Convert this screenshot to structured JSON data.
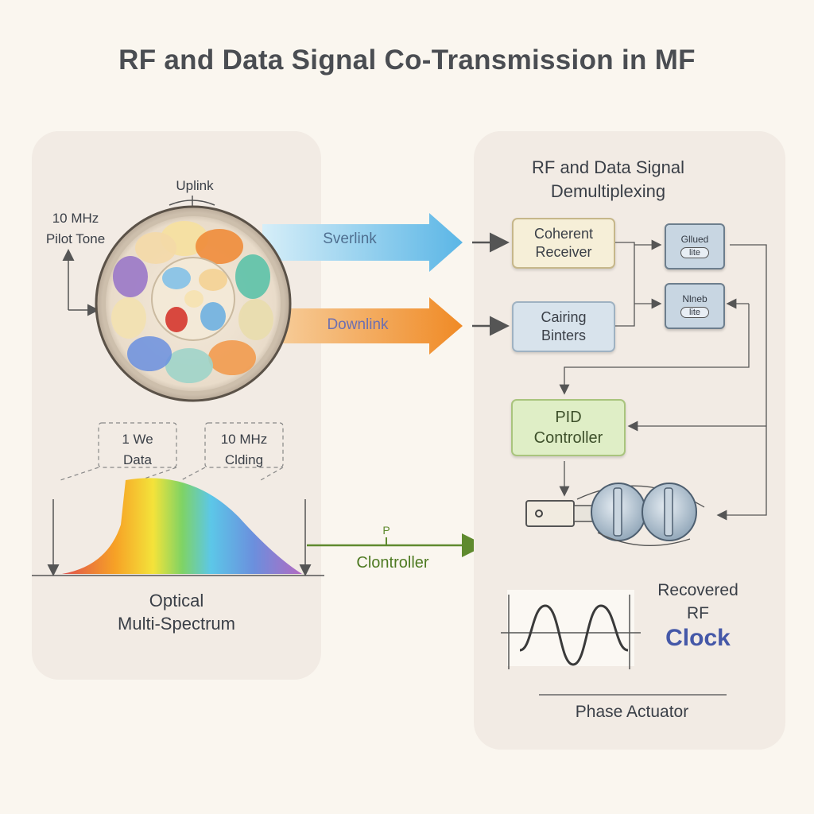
{
  "title": "RF and Data Signal Co-Transmission in MF",
  "left": {
    "uplink": "Uplink",
    "pilot_tone": [
      "10 MHz",
      "Pilot Tone"
    ],
    "arrow_top": "Sverlink",
    "arrow_bottom": "Downlink",
    "callout_1": [
      "1 We",
      "Data"
    ],
    "callout_2": [
      "10 MHz",
      "Clding"
    ],
    "spectrum_label": [
      "Optical",
      "Multi-Spectrum"
    ]
  },
  "link": {
    "marker": "P",
    "label": "Clontroller"
  },
  "right": {
    "heading": [
      "RF and Data Signal",
      "Demultiplexing"
    ],
    "box_coherent": [
      "Coherent",
      "Receiver"
    ],
    "box_cairing": [
      "Cairing",
      "Binters"
    ],
    "mini_1": {
      "top": "Gllued",
      "pill": "lite"
    },
    "mini_2": {
      "top": "Nlneb",
      "pill": "lite"
    },
    "pid": [
      "PID",
      "Controller"
    ],
    "recovered": [
      "Recovered",
      "RF"
    ],
    "clock": "Clock",
    "phase_actuator": "Phase Actuator"
  },
  "colors": {
    "background": "#faf6ef",
    "panel": "#f2ebe4",
    "uplink_arrow": "#7cc6ea",
    "downlink_arrow": "#f3a54a",
    "controller_line": "#5f8a2e",
    "clock_text": "#4558a8"
  }
}
